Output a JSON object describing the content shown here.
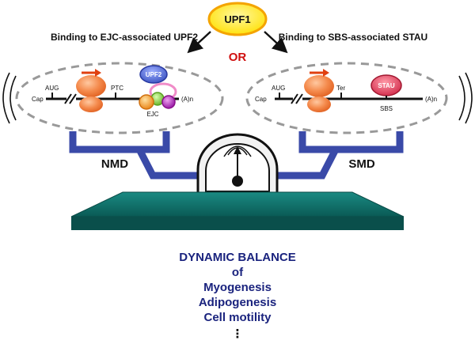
{
  "upf1": {
    "label": "UPF1"
  },
  "left_path": {
    "heading": "Binding to EJC-associated UPF2",
    "pathway": "NMD"
  },
  "right_path": {
    "heading": "Binding to SBS-associated STAU",
    "pathway": "SMD"
  },
  "connector": "OR",
  "left_mrna": {
    "cap": "Cap",
    "start_codon": "AUG",
    "stop_codon": "PTC",
    "tail": "(A)n",
    "factor": "UPF2",
    "complex": "EJC"
  },
  "right_mrna": {
    "cap": "Cap",
    "start_codon": "AUG",
    "stop_codon": "Ter",
    "tail": "(A)n",
    "factor": "STAU",
    "site": "SBS"
  },
  "balance": {
    "heading": "DYNAMIC BALANCE",
    "joiner": "of",
    "items": [
      "Myogenesis",
      "Adipogenesis",
      "Cell motility"
    ],
    "ellipsis": "⋮"
  },
  "colors": {
    "upf1_fill": "#ffe300",
    "upf1_border": "#f5a000",
    "ribosome": "#f07838",
    "ribosome_dark": "#e05820",
    "arrow_red": "#e04010",
    "upf2_fill": "#5870d8",
    "stau_fill": "#e05068",
    "or_red": "#d01010",
    "balance_navy": "#1a237e",
    "scale_blue": "#3a4aa8",
    "base_teal": "#0e6b66",
    "ejc_pink": "#f08cc8",
    "ejc_green": "#80d040",
    "ejc_orange": "#f09020",
    "ejc_purple": "#b020b0"
  }
}
